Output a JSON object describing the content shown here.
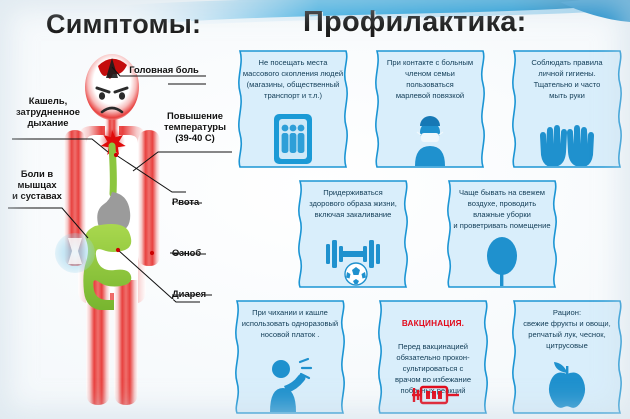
{
  "headings": {
    "symptoms": "Симптомы:",
    "prevention": "Профилактика:"
  },
  "colors": {
    "accent_blue": "#1b9ad6",
    "card_fill": "#d8edf9",
    "card_border": "#1c95d4",
    "alert_red": "#e2091a",
    "body_red": "#e83a3a",
    "intestine_green": "#8cc63f",
    "stomach_gray": "#9b9b9b",
    "text_dark": "#111111",
    "card_text": "#123d57"
  },
  "symptoms": {
    "labels": [
      {
        "id": "headache",
        "text": "Головная боль"
      },
      {
        "id": "cough",
        "text": "Кашель,\nзатрудненное\nдыхание"
      },
      {
        "id": "fever",
        "text": "Повышение\nтемпературы\n(39-40 С)"
      },
      {
        "id": "muscle",
        "text": "Боли в\nмышцах\nи суставах"
      },
      {
        "id": "vomit",
        "text": "Рвота"
      },
      {
        "id": "chills",
        "text": "Озноб"
      },
      {
        "id": "diarrhea",
        "text": "Диарея"
      }
    ],
    "figure_name": "human-body-diagram"
  },
  "prevention": {
    "cards": [
      {
        "id": "crowds",
        "text": "Не посещать места\nмассового скопления людей\n(магазины, общественный\nтранспорт и т.л.)",
        "icon": "crowd-of-people-icon"
      },
      {
        "id": "mask",
        "text": "При контакте с больным\nчленом семьи\nпользоваться\nмарлевой повязкой",
        "icon": "person-with-mask-icon"
      },
      {
        "id": "hygiene",
        "text": "Соблюдать правила\nличной гигиены.\nТщательно и часто\nмыть руки",
        "icon": "two-hands-icon"
      },
      {
        "id": "healthy-lifestyle",
        "text": "Придерживаться\nздорового образа жизни,\nвключая закаливание",
        "icon": "dumbbell-and-ball-icon"
      },
      {
        "id": "fresh-air",
        "text": "Чаще бывать на свежем\nвоздухе, проводить\nвлажные уборки\nи проветривать помещение",
        "icon": "tree-icon"
      },
      {
        "id": "handkerchief",
        "text": "При чихании и кашле\nиспользовать одноразовый\nносовой платок .",
        "icon": "sneezing-person-icon"
      },
      {
        "id": "vaccination",
        "heading": "ВАКЦИНАЦИЯ.",
        "text": "Перед вакцинацией\nобязательно прокон-\nсультироваться с\nврачом во избежание\nпобочных реакций",
        "icon": "syringe-icon"
      },
      {
        "id": "diet",
        "text": "Рацион:\nсвежие фрукты и  овощи,\nрепчатый лук, чеснок,\nцитрусовые",
        "icon": "apple-icon"
      }
    ]
  }
}
